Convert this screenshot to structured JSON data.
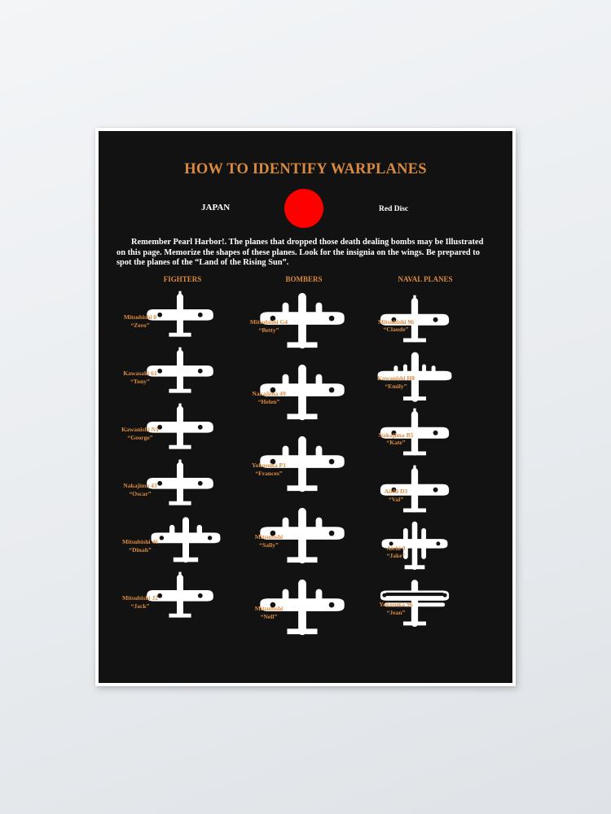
{
  "colors": {
    "accent": "#d98a3f",
    "disc": "#ff0000",
    "background": "#121212"
  },
  "poster": {
    "title": "HOW TO IDENTIFY WARPLANES",
    "country": "JAPAN",
    "insignia_label": "Red Disc",
    "intro": "Remember Pearl Harbor!.  The planes that dropped those death dealing bombs may be Illustrated on this page. Memorize the shapes of  these planes. Look for the insignia on the wings.  Be prepared to spot the planes of the  “Land of the Rising Sun”.",
    "columns": [
      {
        "heading": "FIGHTERS",
        "planes": [
          {
            "name": "Mitsubishi 0",
            "nickname": "“Zero”",
            "icon": "fighter-silhouette"
          },
          {
            "name": "Kawasaki 61",
            "nickname": "“Tony”",
            "icon": "fighter-silhouette"
          },
          {
            "name": "Kawanishi N1",
            "nickname": "“George”",
            "icon": "fighter-silhouette"
          },
          {
            "name": "Nakajima 43",
            "nickname": "“Oscar”",
            "icon": "fighter-silhouette"
          },
          {
            "name": "Mitsubishi 46",
            "nickname": "“Dinah”",
            "icon": "twin-engine-silhouette"
          },
          {
            "name": "Mitsubishi J2",
            "nickname": "“Jack”",
            "icon": "fighter-silhouette"
          }
        ]
      },
      {
        "heading": "BOMBERS",
        "planes": [
          {
            "name": "Mitsubishi G4",
            "nickname": "“Betty”",
            "icon": "twin-engine-silhouette"
          },
          {
            "name": "Nakajima 49",
            "nickname": "“Helen”",
            "icon": "twin-engine-silhouette"
          },
          {
            "name": "Yokosuka P1",
            "nickname": "“Frances”",
            "icon": "twin-engine-silhouette"
          },
          {
            "name": "Mitsubishi",
            "nickname": "“Sally”",
            "icon": "twin-engine-silhouette"
          },
          {
            "name": "Mitsubishi",
            "nickname": "“Nell”",
            "icon": "twin-engine-silhouette"
          }
        ]
      },
      {
        "heading": "NAVAL PLANES",
        "planes": [
          {
            "name": "Mitsubishi 96",
            "nickname": "“Claude”",
            "icon": "fighter-silhouette"
          },
          {
            "name": "Kawanishi H8",
            "nickname": "“Emily”",
            "icon": "four-engine-silhouette"
          },
          {
            "name": "Nakajima B5",
            "nickname": "“Kate”",
            "icon": "fighter-silhouette"
          },
          {
            "name": "Aichi D3",
            "nickname": "“Val”",
            "icon": "fighter-silhouette"
          },
          {
            "name": "Aichi 0",
            "nickname": "“Jake”",
            "icon": "floatplane-silhouette"
          },
          {
            "name": "Yokosuka 96",
            "nickname": "“Jean”",
            "icon": "biplane-silhouette"
          }
        ]
      }
    ]
  }
}
